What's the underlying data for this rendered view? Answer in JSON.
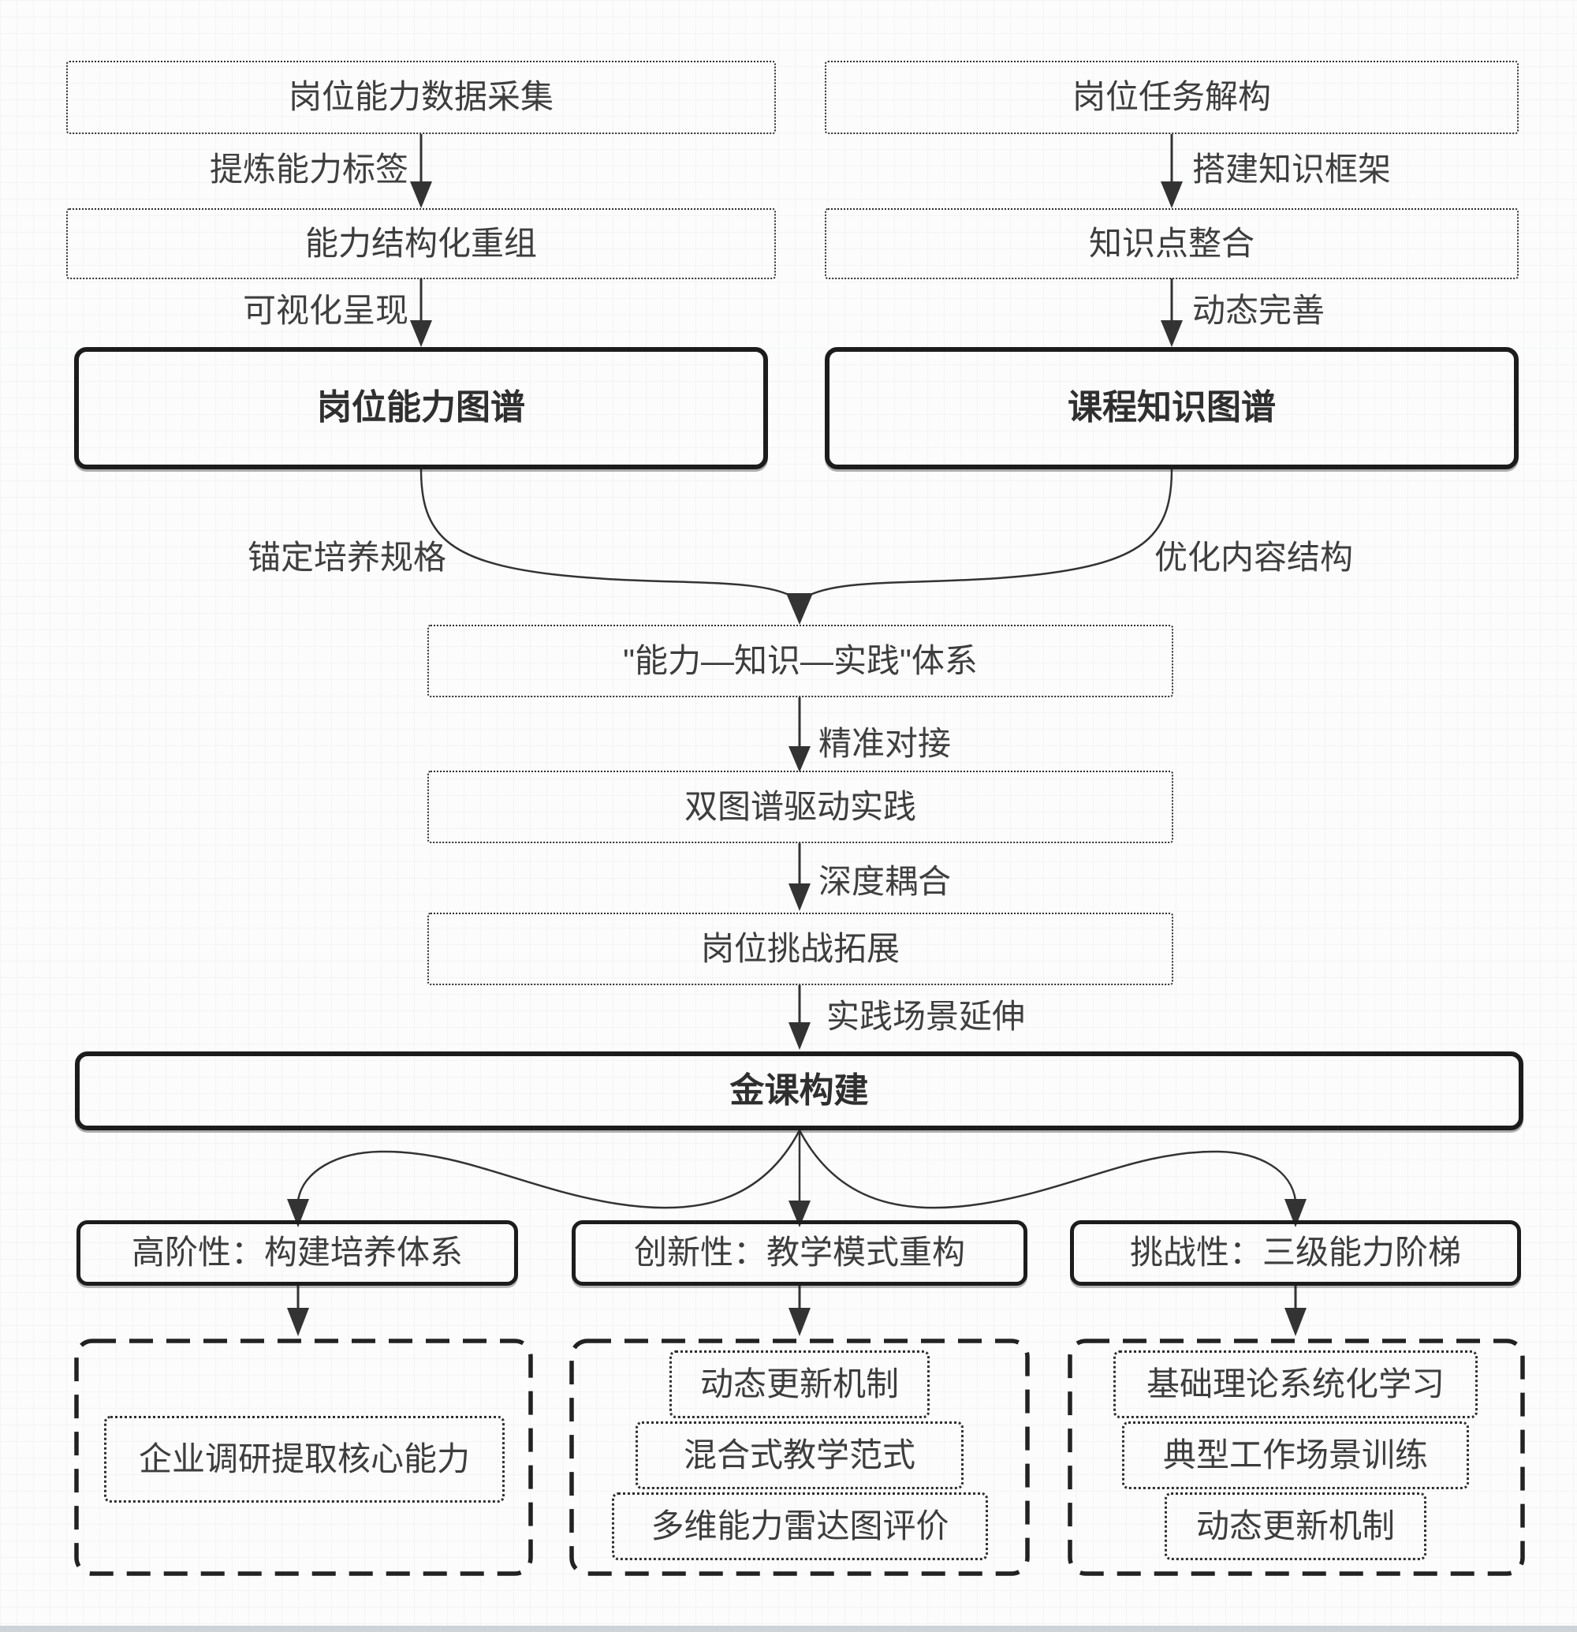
{
  "diagram": {
    "left_flow": {
      "source": "岗位能力数据采集",
      "edge1": "提炼能力标签",
      "mid": "能力结构化重组",
      "edge2": "可视化呈现",
      "result": "岗位能力图谱",
      "merge_label": "锚定培养规格"
    },
    "right_flow": {
      "source": "岗位任务解构",
      "edge1": "搭建知识框架",
      "mid": "知识点整合",
      "edge2": "动态完善",
      "result": "课程知识图谱",
      "merge_label": "优化内容结构"
    },
    "center_flow": {
      "system": "\"能力—知识—实践\"体系",
      "edge1": "精准对接",
      "practice": "双图谱驱动实践",
      "edge2": "深度耦合",
      "challenge": "岗位挑战拓展",
      "edge3": "实践场景延伸",
      "gold_course": "金课构建"
    },
    "branches": [
      {
        "title": "高阶性：构建培养体系",
        "items": [
          "企业调研提取核心能力"
        ]
      },
      {
        "title": "创新性：教学模式重构",
        "items": [
          "动态更新机制",
          "混合式教学范式",
          "多维能力雷达图评价"
        ]
      },
      {
        "title": "挑战性：三级能力阶梯",
        "items": [
          "基础理论系统化学习",
          "典型工作场景训练",
          "动态更新机制"
        ]
      }
    ]
  },
  "colors": {
    "stroke": "#333333",
    "border": "#1c1c1c",
    "text": "#3d3d3d",
    "background": "#fcfcfc"
  }
}
